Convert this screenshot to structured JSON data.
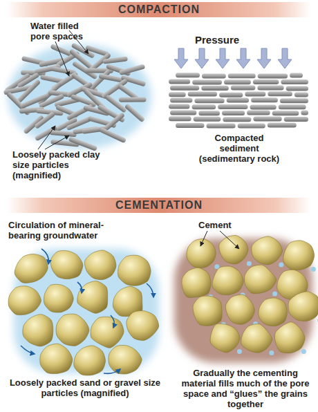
{
  "diagram": {
    "nodes": [
      {
        "text": [
          "COMPACTION"
        ]
      },
      {
        "text": [
          "CEMENTATION"
        ]
      }
    ],
    "labels": [
      "Water filled pore spaces",
      "Loosely packed clay size particles (magnified)",
      "Pressure",
      "Compacted sediment (sedimentary rock)",
      "Circulation of mineral-bearing groundwater",
      "Loosely packed sand or gravel size particles (magnified)",
      "Cement",
      "Gradually the cementing material fills much of the pore space and “glues” the grains together"
    ]
  }
}
